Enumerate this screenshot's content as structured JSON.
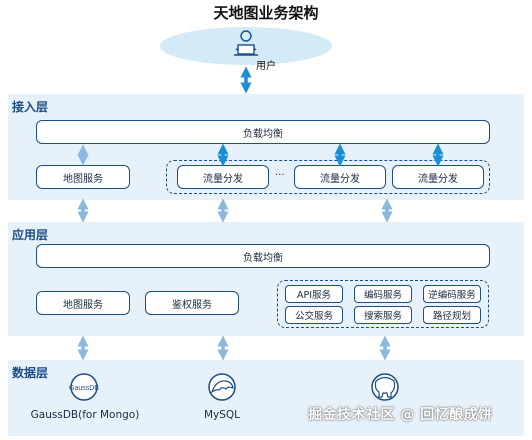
{
  "title": "天地图业务架构",
  "user": {
    "label": "用户",
    "icon": "user-at-laptop-icon"
  },
  "access_layer": {
    "label": "接入层",
    "load_balancer": "负载均衡",
    "map_service": "地图服务",
    "traffic": [
      "流量分发",
      "流量分发",
      "流量分发"
    ],
    "ellipsis": "···"
  },
  "app_layer": {
    "label": "应用层",
    "load_balancer": "负载均衡",
    "map_service": "地图服务",
    "auth_service": "鉴权服务",
    "services": [
      "API服务",
      "编码服务",
      "逆编码服务",
      "公交服务",
      "搜索服务",
      "路径规划"
    ]
  },
  "data_layer": {
    "label": "数据层",
    "dbs": [
      {
        "label": "GaussDB(for Mongo)",
        "icon_text": "GaussDB",
        "icon": "gaussdb-icon"
      },
      {
        "label": "MySQL",
        "icon": "mysql-dolphin-icon"
      },
      {
        "label": "",
        "icon": "postgresql-elephant-icon"
      }
    ]
  },
  "watermark": "掘金技术社区 @ 回忆酿成饼",
  "colors": {
    "layer_bg": "#e7f1fa",
    "border": "#1d4e86",
    "arrow_bright": "#1a8fd6",
    "arrow_soft": "#8ab8df",
    "ellipse": "#d4ebf7"
  }
}
